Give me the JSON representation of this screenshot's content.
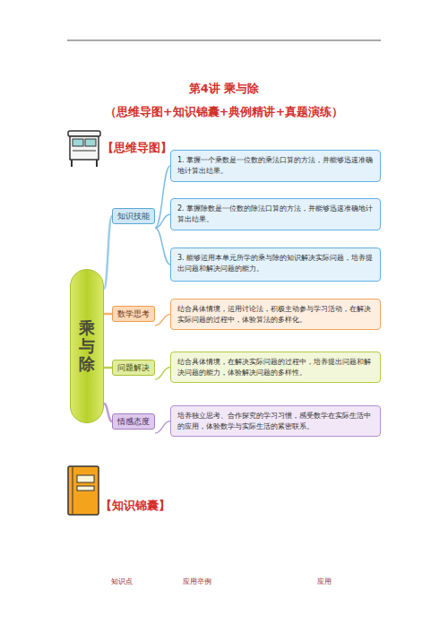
{
  "diagram": {
    "title": "第4讲 乘与除",
    "nodes": [
      {
        "text": [
          "乘与除"
        ]
      },
      {
        "text": [
          "知识技能"
        ]
      },
      {
        "text": [
          "1. 掌握一个乘数是一位数的乘法口算的方法，并能够迅速准确地计算出结果。"
        ]
      },
      {
        "text": [
          "2. 掌握除数是一位数的除法口算的方法，并能够迅速准确地计算出结果。"
        ]
      },
      {
        "text": [
          "3. 能够运用本单元所学的乘与除的知识解决实际问题，培养提出问题和解决问题的能力。"
        ]
      },
      {
        "text": [
          "数学思考"
        ]
      },
      {
        "text": [
          "结合具体情境，运用讨论法，积极主动参与学习活动，在解决实际问题的过程中，体验算法的多样化。"
        ]
      },
      {
        "text": [
          "问题解决"
        ]
      },
      {
        "text": [
          "结合具体情境，在解决实际问题的过程中，培养提出问题和解决问题的能力，体验解决问题的多样性。"
        ]
      },
      {
        "text": [
          "情感态度"
        ]
      },
      {
        "text": [
          "培养独立思考、合作探究的学习习惯，感受数学在实际生活中的应用，体验数学与实际生活的紧密联系。"
        ]
      }
    ],
    "edges": [
      {
        "from": 0,
        "to": 1,
        "arrow": "none"
      },
      {
        "from": 1,
        "to": 2,
        "arrow": "none"
      },
      {
        "from": 1,
        "to": 3,
        "arrow": "none"
      },
      {
        "from": 1,
        "to": 4,
        "arrow": "none"
      },
      {
        "from": 0,
        "to": 5,
        "arrow": "none"
      },
      {
        "from": 5,
        "to": 6,
        "arrow": "none"
      },
      {
        "from": 0,
        "to": 7,
        "arrow": "none"
      },
      {
        "from": 7,
        "to": 8,
        "arrow": "none"
      },
      {
        "from": 0,
        "to": 9,
        "arrow": "none"
      },
      {
        "from": 9,
        "to": 10,
        "arrow": "none"
      }
    ],
    "labels": [
      "（思维导图+知识锦囊+典例精讲+真题演练）",
      "【思维导图】",
      "【知识锦囊】",
      "知识点",
      "应用举例",
      "应用"
    ]
  }
}
